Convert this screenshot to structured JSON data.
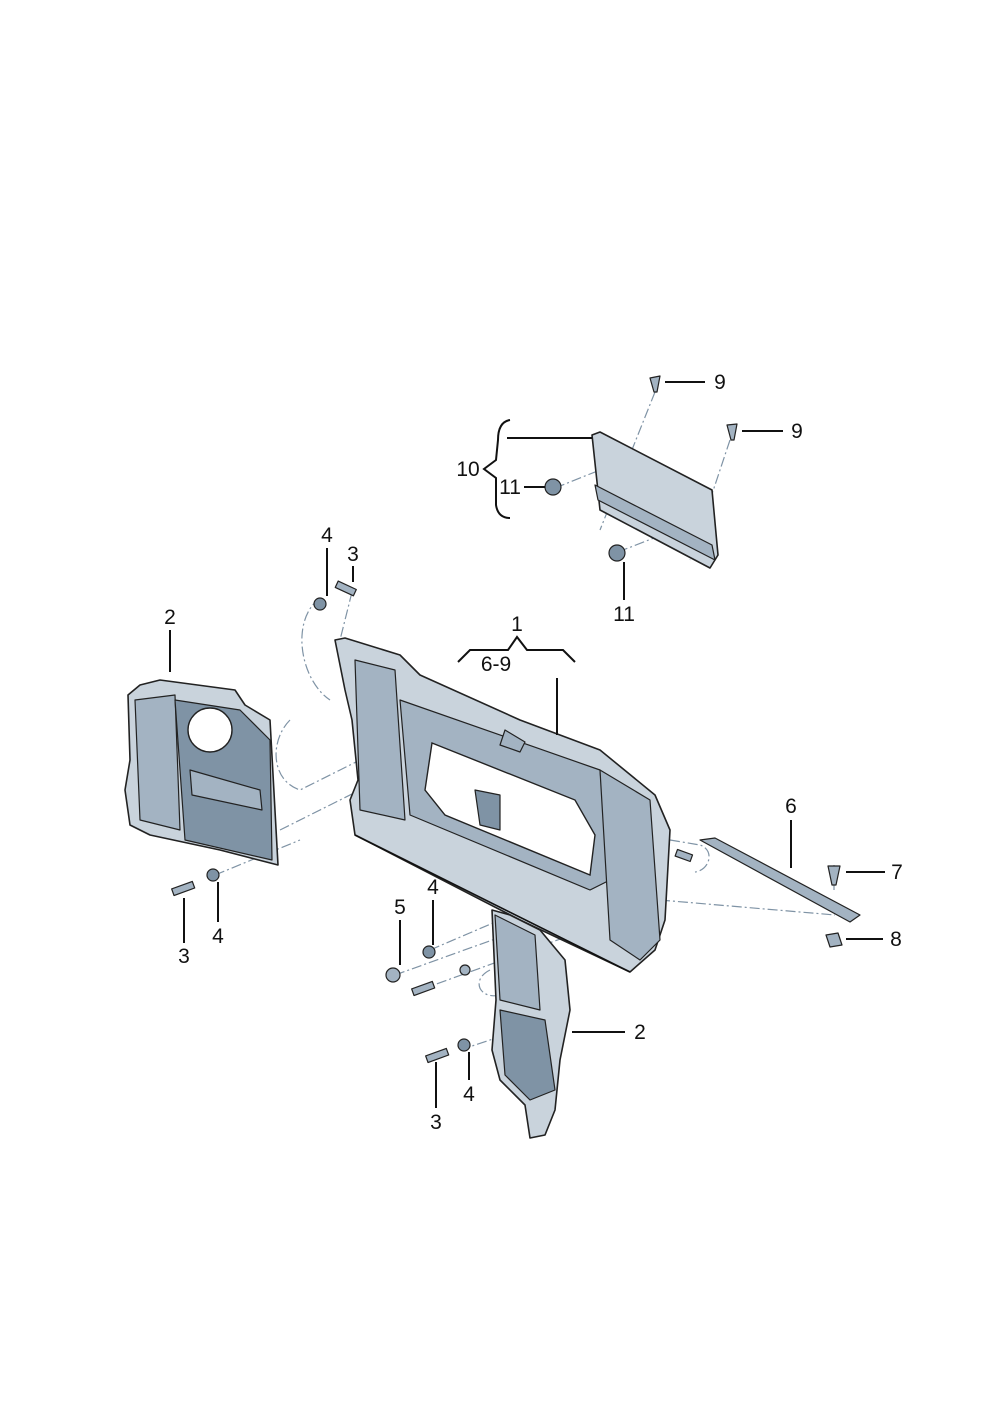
{
  "diagram": {
    "title": "Bumper reinforcement / mounting parts",
    "labels": [
      "9",
      "9",
      "10",
      "11",
      "11",
      "4",
      "3",
      "2",
      "1",
      "6-9",
      "6",
      "7",
      "8",
      "3",
      "4",
      "5",
      "4",
      "2",
      "3",
      "4"
    ],
    "colors": {
      "light": "#c9d3dc",
      "mid": "#a3b3c2",
      "dark": "#7f93a5",
      "line": "#222222"
    }
  }
}
